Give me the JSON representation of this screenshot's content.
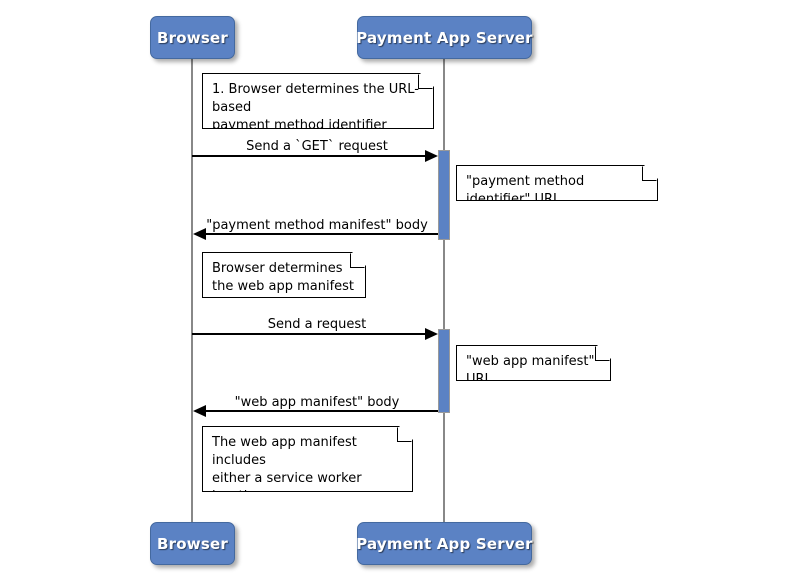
{
  "diagram": {
    "type": "sequence-diagram",
    "background_color": "#ffffff",
    "accent_color": "#5b82c4",
    "participants": [
      {
        "id": "browser",
        "label": "Browser"
      },
      {
        "id": "payment_app_server",
        "label": "Payment App Server"
      }
    ],
    "notes": [
      {
        "id": "note-url-based-identifier",
        "text": "1. Browser determines the URL-based\npayment method identifier"
      },
      {
        "id": "note-payment-method-identifier-url",
        "text": "\"payment method identifier\" URL"
      },
      {
        "id": "note-browser-determines-web-app-manifest",
        "text": "Browser determines\nthe web app manifest URL"
      },
      {
        "id": "note-web-app-manifest-url",
        "text": "\"web app manifest\" URL"
      },
      {
        "id": "note-web-app-manifest-includes",
        "text": "The web app manifest includes\neither a service worker location or\na signature of the native app."
      }
    ],
    "messages": [
      {
        "id": "msg-get-request",
        "label": "Send a `GET` request",
        "from": "browser",
        "to": "payment_app_server",
        "direction": "right"
      },
      {
        "id": "msg-payment-method-manifest-body",
        "label": "\"payment method manifest\" body",
        "from": "payment_app_server",
        "to": "browser",
        "direction": "left"
      },
      {
        "id": "msg-send-a-request",
        "label": "Send a request",
        "from": "browser",
        "to": "payment_app_server",
        "direction": "right"
      },
      {
        "id": "msg-web-app-manifest-body",
        "label": "\"web app manifest\" body",
        "from": "payment_app_server",
        "to": "browser",
        "direction": "left"
      }
    ]
  }
}
